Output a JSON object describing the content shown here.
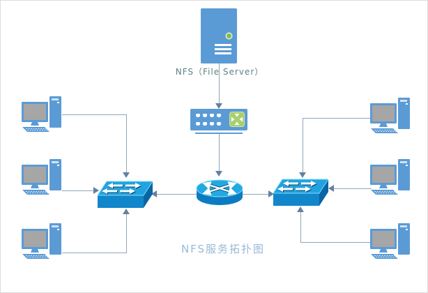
{
  "diagram": {
    "title": "NFS服务拓扑图",
    "server_label": "NFS（File Server）",
    "nodes": {
      "server": {
        "type": "file-server",
        "label": "NFS（File Server）"
      },
      "hub": {
        "type": "hub-switch"
      },
      "router": {
        "type": "router"
      },
      "switch_left": {
        "type": "lan-switch"
      },
      "switch_right": {
        "type": "lan-switch"
      },
      "pc_left_1": {
        "type": "workstation"
      },
      "pc_left_2": {
        "type": "workstation"
      },
      "pc_left_3": {
        "type": "workstation"
      },
      "pc_right_1": {
        "type": "workstation"
      },
      "pc_right_2": {
        "type": "workstation"
      },
      "pc_right_3": {
        "type": "workstation"
      }
    },
    "edges": [
      {
        "from": "server",
        "to": "hub",
        "arrow": "into-hub"
      },
      {
        "from": "hub",
        "to": "router",
        "arrow": "into-router"
      },
      {
        "from": "router",
        "to": "switch_left",
        "arrow": "into-switch"
      },
      {
        "from": "router",
        "to": "switch_right",
        "arrow": "into-switch"
      },
      {
        "from": "pc_left_1",
        "to": "switch_left",
        "arrow": "into-switch"
      },
      {
        "from": "pc_left_2",
        "to": "switch_left",
        "arrow": "into-switch"
      },
      {
        "from": "pc_left_3",
        "to": "switch_left",
        "arrow": "into-switch"
      },
      {
        "from": "pc_right_1",
        "to": "switch_right",
        "arrow": "into-switch"
      },
      {
        "from": "pc_right_2",
        "to": "switch_right",
        "arrow": "into-switch"
      },
      {
        "from": "pc_right_3",
        "to": "switch_right",
        "arrow": "into-switch"
      }
    ],
    "colors": {
      "office_blue": "#5b9bd5",
      "device_top_cyan": "#21a3e0",
      "device_front_blue": "#1186ca",
      "device_side_blue": "#0a65a4",
      "connector_line": "#90a4b8",
      "arrowhead": "#6480a4",
      "green_accent": "#a9cf6f",
      "screen_gray": "#a6a6a6",
      "server_label_color": "#5b8282",
      "title_color": "#96b9d7"
    }
  }
}
